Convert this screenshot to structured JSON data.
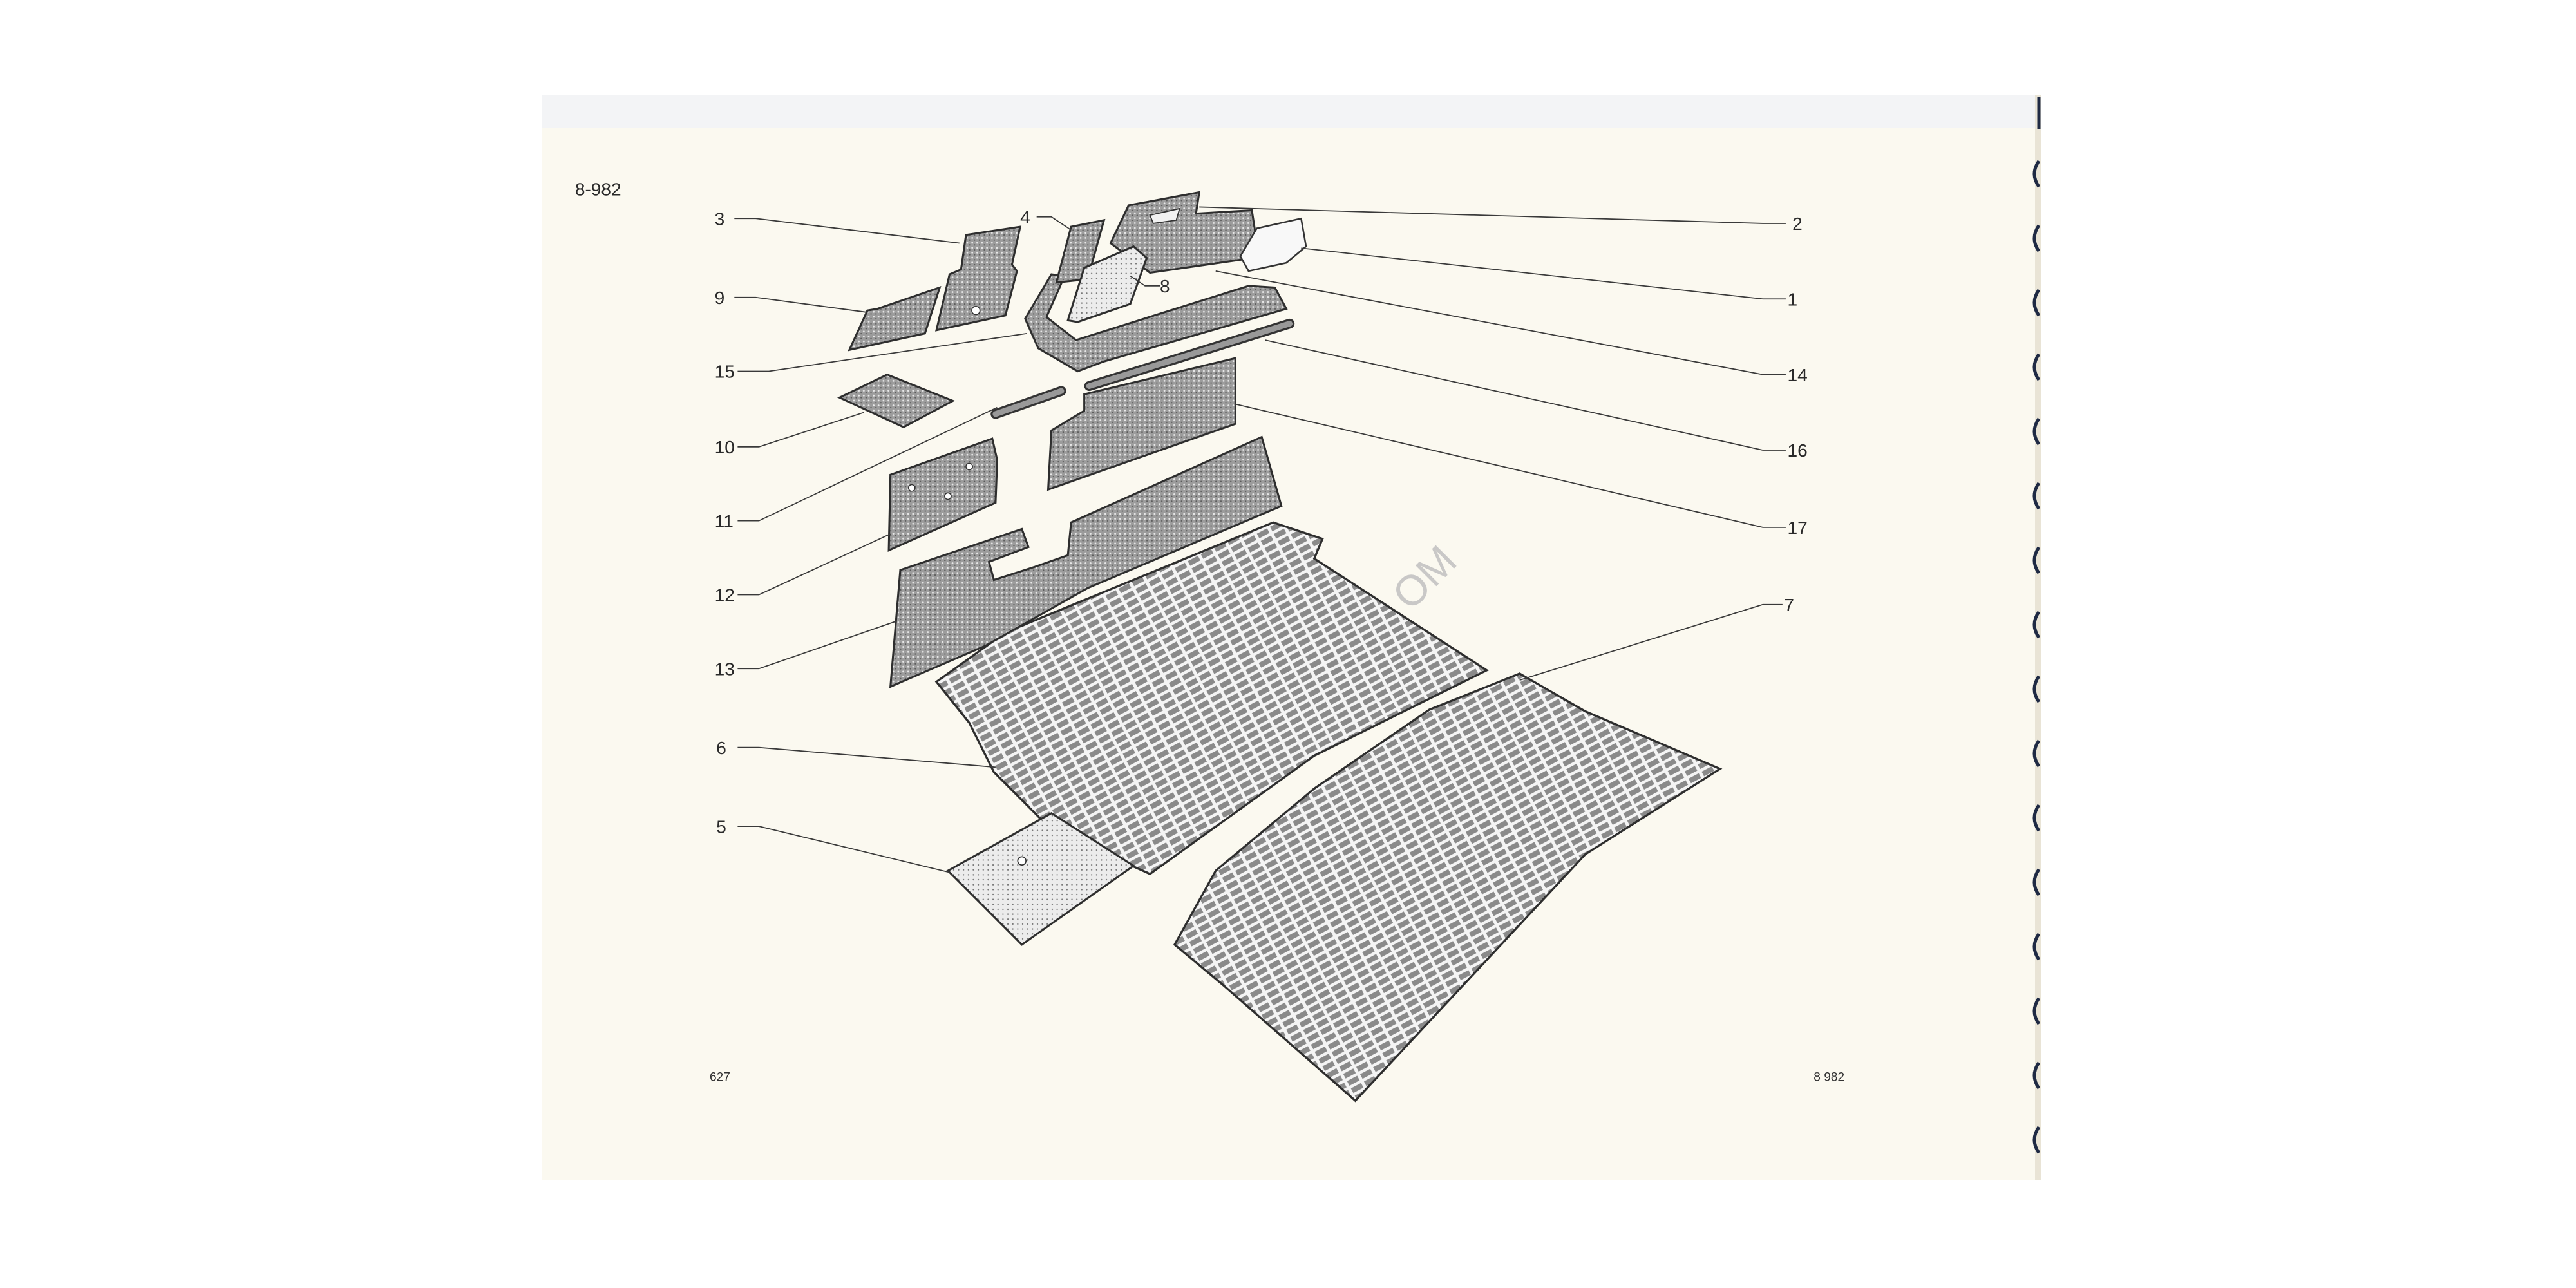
{
  "page": {
    "code": "8-982",
    "footer_left": "627",
    "footer_right": "8 982",
    "watermark": "OM"
  },
  "callouts": {
    "c1": "1",
    "c2": "2",
    "c3": "3",
    "c4": "4",
    "c5": "5",
    "c6": "6",
    "c7": "7",
    "c8": "8",
    "c9": "9",
    "c10": "10",
    "c11": "11",
    "c12": "12",
    "c13": "13",
    "c14": "14",
    "c15": "15",
    "c16": "16",
    "c17": "17"
  },
  "colors": {
    "paper": "#fbf9f0",
    "ink": "#2e2e2e",
    "binding": "#1f2a44"
  }
}
